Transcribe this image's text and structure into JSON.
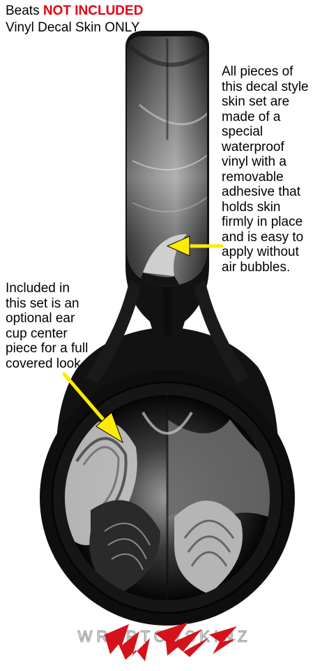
{
  "header": {
    "line1_prefix": "Beats",
    "line1_highlight": "NOT INCLUDED",
    "line2": "Vinyl Decal Skin ONLY"
  },
  "callout_right": "All pieces of\nthis decal style\nskin set are\nmade of a\nspecial\nwaterproof\nvinyl with a\nremovable\nadhesive that\nholds skin\nfirmly in place\nand is easy to\napply without\nair bubbles.",
  "callout_left": "Included in\nthis set is an\noptional ear\ncup center\npiece for a full\ncovered look.",
  "colors": {
    "highlight_red": "#e3000f",
    "arrow_yellow": "#ffeb00",
    "headphone_black": "#111111",
    "logo_red": "#d4121b"
  },
  "logo": {
    "text": "WRAPTORSKINZ"
  }
}
